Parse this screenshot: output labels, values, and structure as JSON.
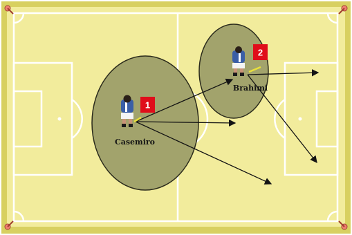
{
  "diagram": {
    "players": [
      {
        "name": "Casemiro",
        "badge": "1"
      },
      {
        "name": "Brahimi",
        "badge": "2"
      }
    ],
    "colors": {
      "pitch": "#f2ec9c",
      "pitch_border": "#d8d060",
      "lines": "#ffffff",
      "zone_fill": "#a2a36c",
      "zone_stroke": "#2b2b1c",
      "arrows": "#141414",
      "badge": "#e00d1a",
      "shirt": "#3a5ea6",
      "shorts": "#f4f4f4"
    }
  }
}
